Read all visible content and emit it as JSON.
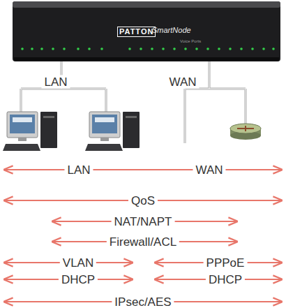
{
  "diagram": {
    "nodes": [
      {
        "text": [
          "PATTON",
          "SmartNode",
          "Voice Ports"
        ]
      }
    ],
    "labels": [
      "LAN",
      "WAN",
      "LAN",
      "WAN",
      "QoS",
      "NAT/NAPT",
      "Firewall/ACL",
      "VLAN",
      "PPPoE",
      "DHCP",
      "DHCP",
      "IPsec/AES"
    ]
  }
}
